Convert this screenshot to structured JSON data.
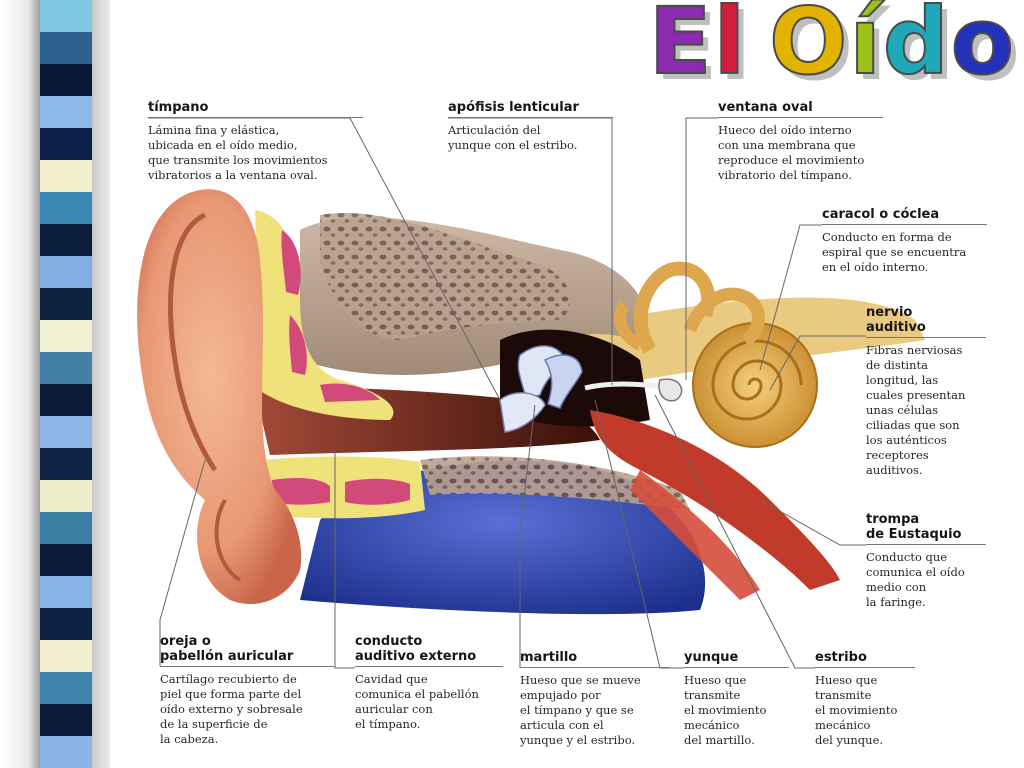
{
  "title": {
    "text": "El Oído",
    "letter_colors": [
      "#8a2bb0",
      "#d21e3c",
      "#e2b300",
      "#9cc21a",
      "#1fa8b8",
      "#2330b8",
      "#6a2aa0"
    ]
  },
  "left_strip": {
    "band_colors": [
      "#7fc8e4",
      "#2c5f8c",
      "#0a1838",
      "#8eb8e8",
      "#0c1f48",
      "#f2f0cc",
      "#3b88b4",
      "#0b1d3c",
      "#82aee3",
      "#0d223f",
      "#f0f0d2",
      "#447fa6",
      "#0b1a36",
      "#8fb5e6",
      "#0f2447",
      "#eeeecb",
      "#3d7ea5",
      "#0a1a38",
      "#88b5e8",
      "#0d2142",
      "#f1efcf",
      "#3f83aa",
      "#0b1c3b",
      "#8cb4e6"
    ]
  },
  "labels": [
    {
      "id": "timpano",
      "heading": "tímpano",
      "desc": "Lámina fina y elástica,\nubicada en el oído medio,\nque transmite los movimientos\nvibratorios a la ventana oval."
    },
    {
      "id": "apofisis",
      "heading": "apófisis lenticular",
      "desc": "Articulación del\nyunque con el estribo."
    },
    {
      "id": "ventana_oval",
      "heading": "ventana oval",
      "desc": "Hueco del oído interno\ncon una membrana que\nreproduce el movimiento\nvibratorio del tímpano."
    },
    {
      "id": "caracol",
      "heading": "caracol o cóclea",
      "desc": "Conducto en forma de\nespiral que se encuentra\nen el oído interno."
    },
    {
      "id": "nervio",
      "heading": "nervio\nauditivo",
      "desc": "Fibras nerviosas\nde distinta\nlongitud, las\ncuales presentan\nunas células\nciliadas que son\nlos auténticos\nreceptores\nauditivos."
    },
    {
      "id": "trompa",
      "heading": "trompa\nde Eustaquio",
      "desc": "Conducto que\ncomunica el oído\nmedio con\nla faringe."
    },
    {
      "id": "oreja",
      "heading": "oreja o\npabellón auricular",
      "desc": "Cartílago recubierto de\npiel que forma parte del\noído externo y sobresale\nde la superficie de\nla cabeza."
    },
    {
      "id": "conducto",
      "heading": "conducto\nauditivo externo",
      "desc": "Cavidad que\ncomunica el pabellón\nauricular con\nel tímpano."
    },
    {
      "id": "martillo",
      "heading": "martillo",
      "desc": "Hueso que se mueve\nempujado por\nel tímpano y que se\narticula con el\nyunque y el estribo."
    },
    {
      "id": "yunque",
      "heading": "yunque",
      "desc": "Hueso que\ntransmite\nel movimiento\nmecánico\ndel martillo."
    },
    {
      "id": "estribo",
      "heading": "estribo",
      "desc": "Hueso que\ntransmite\nel movimiento\nmecánico\ndel yunque."
    }
  ]
}
